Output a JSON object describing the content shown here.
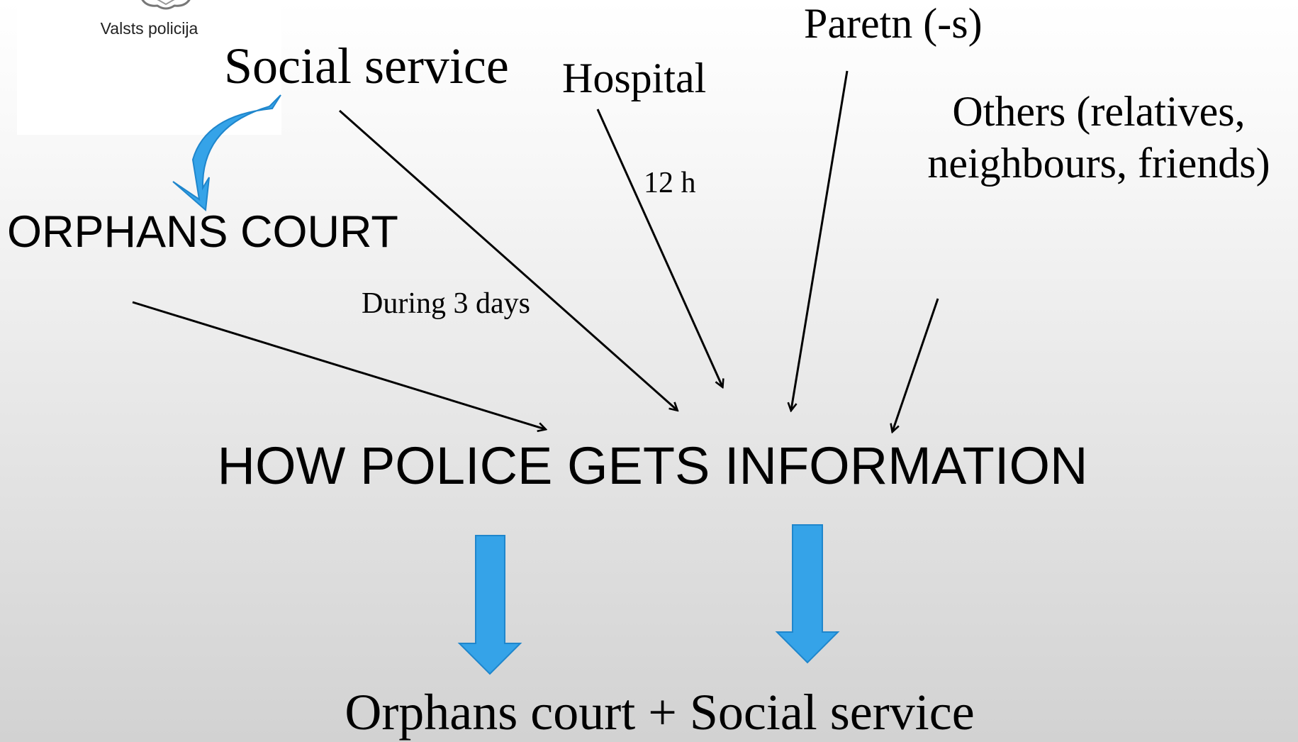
{
  "logo": {
    "text": "Valsts policija"
  },
  "sources": {
    "social_service": "Social service",
    "hospital": "Hospital",
    "parents": "Paretn (-s)",
    "others": "Others (relatives, neighbours, friends)",
    "orphans_court": "ORPHANS COURT"
  },
  "time_labels": {
    "hospital_time": "12 h",
    "social_service_time": "During 3 days"
  },
  "center": {
    "title": "HOW POLICE GETS INFORMATION"
  },
  "outcome": {
    "text": "Orphans court + Social service"
  },
  "colors": {
    "blue_arrow": "#35a3e8",
    "blue_arrow_outline": "#1f86cc",
    "line": "#000000",
    "background_top": "#ffffff",
    "background_bottom": "#d2d2d2"
  }
}
